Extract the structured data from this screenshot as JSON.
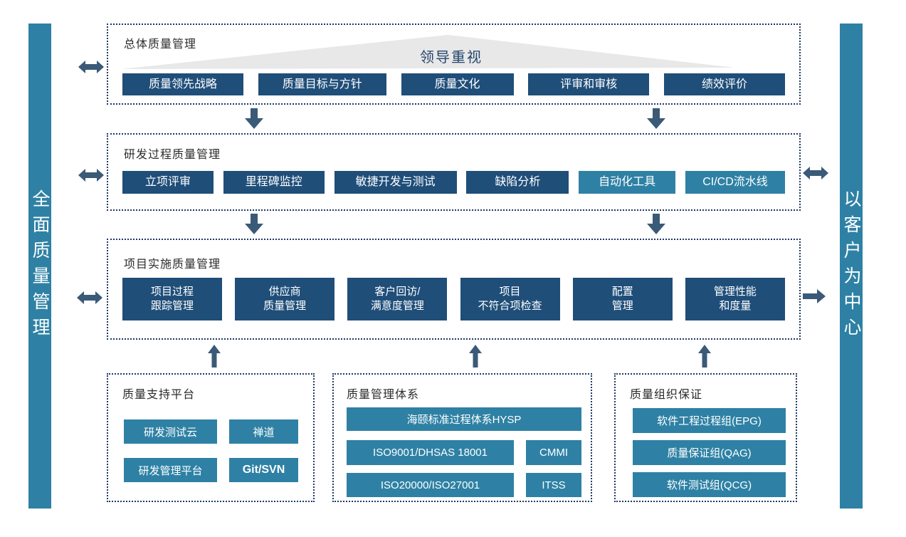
{
  "colors": {
    "navy_node": "#1F4E79",
    "teal_node": "#2E81A4",
    "arrow": "#3A5A78",
    "dotted_border": "#1F3864",
    "triangle_gray": "#E8E8E8"
  },
  "diagram": {
    "left_bar": {
      "label": "全面质量管理"
    },
    "right_bar": {
      "label": "以客户为中心"
    },
    "sections": [
      {
        "title": "总体质量管理",
        "banner": "领导重视",
        "items": [
          {
            "label": "质量领先战略"
          },
          {
            "label": "质量目标与方针"
          },
          {
            "label": "质量文化"
          },
          {
            "label": "评审和审核"
          },
          {
            "label": "绩效评价"
          }
        ]
      },
      {
        "title": "研发过程质量管理",
        "items": [
          {
            "label": "立项评审"
          },
          {
            "label": "里程碑监控"
          },
          {
            "label": "敏捷开发与测试"
          },
          {
            "label": "缺陷分析"
          },
          {
            "label": "自动化工具"
          },
          {
            "label": "CI/CD流水线"
          }
        ]
      },
      {
        "title": "项目实施质量管理",
        "items": [
          {
            "label": "项目过程\n跟踪管理"
          },
          {
            "label": "供应商\n质量管理"
          },
          {
            "label": "客户回访/\n满意度管理"
          },
          {
            "label": "项目\n不符合项检查"
          },
          {
            "label": "配置\n管理"
          },
          {
            "label": "管理性能\n和度量"
          }
        ]
      }
    ],
    "bottom_boxes": [
      {
        "title": "质量支持平台",
        "items": [
          {
            "label": "研发测试云"
          },
          {
            "label": "禅道"
          },
          {
            "label": "研发管理平台"
          },
          {
            "label": "Git/SVN"
          }
        ]
      },
      {
        "title": "质量管理体系",
        "items": [
          {
            "label": "海颐标准过程体系HYSP"
          },
          {
            "label": "ISO9001/DHSAS 18001"
          },
          {
            "label": "CMMI"
          },
          {
            "label": "ISO20000/ISO27001"
          },
          {
            "label": "ITSS"
          }
        ]
      },
      {
        "title": "质量组织保证",
        "items": [
          {
            "label": "软件工程过程组(EPG)"
          },
          {
            "label": "质量保证组(QAG)"
          },
          {
            "label": "软件测试组(QCG)"
          }
        ]
      }
    ]
  }
}
